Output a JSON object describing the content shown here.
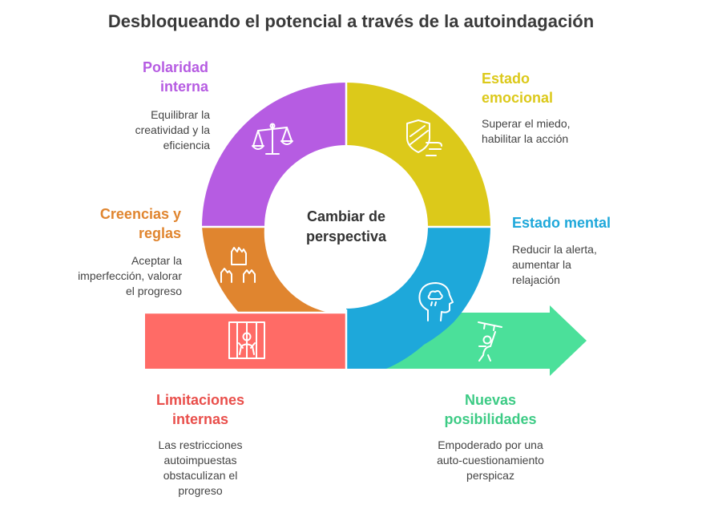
{
  "title": "Desbloqueando el potencial a través de la autoindagación",
  "center": "Cambiar de perspectiva",
  "colors": {
    "purple": "#B65CE2",
    "yellow": "#DCC91A",
    "orange": "#E0852F",
    "blue": "#1EA8DA",
    "red": "#FF6B66",
    "green": "#4BE09A"
  },
  "sections": {
    "polaridad": {
      "heading": "Polaridad interna",
      "text": "Equilibrar la creatividad y la eficiencia",
      "icon": "balance-scale-icon"
    },
    "emocional": {
      "heading": "Estado emocional",
      "text": "Superar el miedo, habilitar la acción",
      "icon": "shield-wind-icon"
    },
    "creencias": {
      "heading": "Creencias y reglas",
      "text": "Aceptar la imperfección, valorar el progreso",
      "icon": "raised-hands-icon"
    },
    "mental": {
      "heading": "Estado mental",
      "text": "Reducir la alerta, aumentar la relajación",
      "icon": "head-thought-icon"
    },
    "limitaciones": {
      "heading": "Limitaciones internas",
      "text": "Las restricciones autoimpuestas obstaculizan el progreso",
      "icon": "prisoner-icon"
    },
    "nuevas": {
      "heading": "Nuevas posibilidades",
      "text": "Empoderado por una auto-cuestionamiento perspicaz",
      "icon": "person-flag-icon"
    }
  }
}
